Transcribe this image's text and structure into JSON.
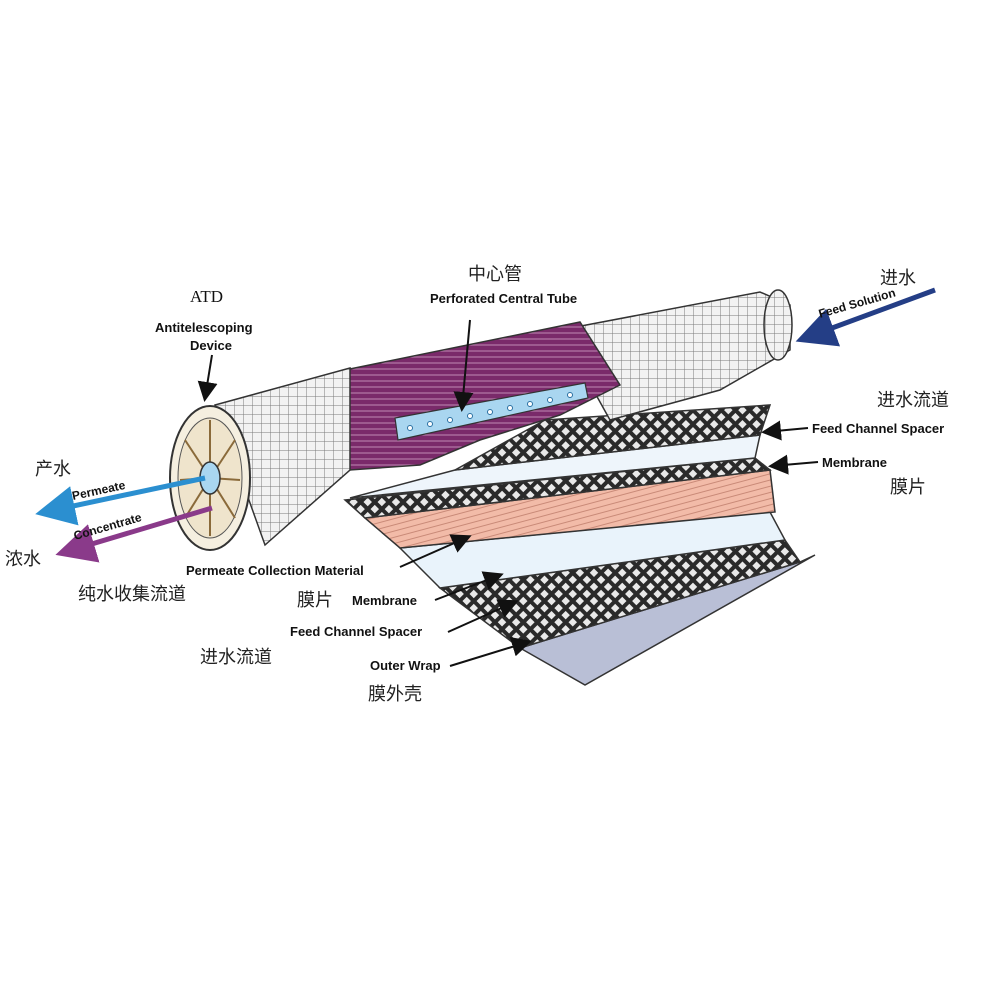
{
  "labels": {
    "atd_abbr": "ATD",
    "atd_name_line1": "Antitelescoping",
    "atd_name_line2": "Device",
    "central_tube_zh": "中心管",
    "central_tube_en": "Perforated Central Tube",
    "feed_zh": "进水",
    "feed_en": "Feed Solution",
    "feed_spacer_top_zh": "进水流道",
    "feed_spacer_top_en": "Feed Channel Spacer",
    "membrane_right_en": "Membrane",
    "membrane_right_zh": "膜片",
    "permeate_zh": "产水",
    "permeate_en": "Permeate",
    "concentrate_en": "Concentrate",
    "concentrate_zh": "浓水",
    "permeate_collection_en": "Permeate Collection Material",
    "permeate_collection_zh": "纯水收集流道",
    "membrane_lower_zh": "膜片",
    "membrane_lower_en": "Membrane",
    "feed_spacer_lower_en": "Feed Channel Spacer",
    "feed_spacer_lower_zh": "进水流道",
    "outer_wrap_en": "Outer Wrap",
    "outer_wrap_zh": "膜外壳"
  },
  "colors": {
    "permeate_arrow": "#2b8fd0",
    "concentrate_arrow": "#8a3a8a",
    "feed_arrow": "#243e86",
    "membrane_purple": "#7a2a6a",
    "permeate_sheet": "#f0b7a6",
    "outer_wrap": "#b9bfd6",
    "tube_blue": "#a9d6f0"
  }
}
